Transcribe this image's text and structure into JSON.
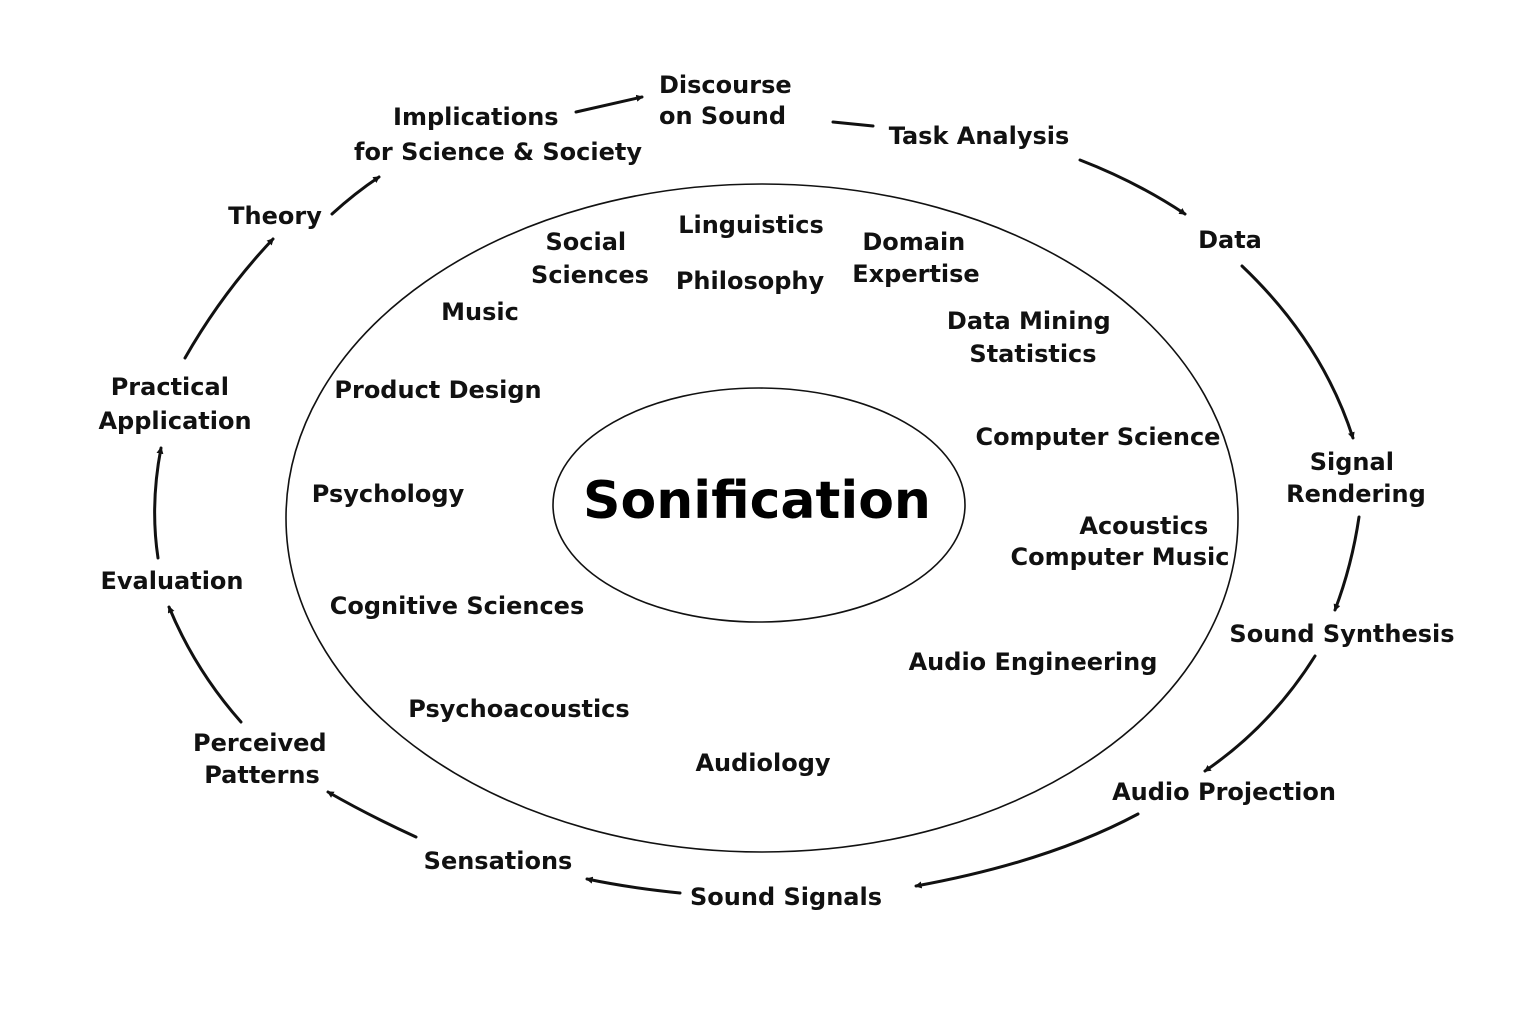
{
  "center": {
    "title": "Sonification"
  },
  "disciplines": {
    "linguistics": "Linguistics",
    "philosophy": "Philosophy",
    "social_sciences": [
      "Social",
      "Sciences"
    ],
    "domain_expertise": [
      "Domain",
      "Expertise"
    ],
    "music": "Music",
    "data_mining_statistics": [
      "Data Mining",
      "Statistics"
    ],
    "product_design": "Product Design",
    "computer_science": "Computer Science",
    "psychology": "Psychology",
    "acoustics_computer_music": [
      "Acoustics",
      "Computer Music"
    ],
    "cognitive_sciences": "Cognitive Sciences",
    "audio_engineering": "Audio Engineering",
    "psychoacoustics": "Psychoacoustics",
    "audiology": "Audiology"
  },
  "cycle": {
    "implications": [
      "Implications",
      "for Science & Society"
    ],
    "discourse": [
      "Discourse",
      "on Sound"
    ],
    "task_analysis": "Task Analysis",
    "data": "Data",
    "signal_rendering": [
      "Signal",
      "Rendering"
    ],
    "sound_synthesis": "Sound Synthesis",
    "audio_projection": "Audio Projection",
    "sound_signals": "Sound Signals",
    "sensations": "Sensations",
    "perceived_patterns": [
      "Perceived",
      "Patterns"
    ],
    "evaluation": "Evaluation",
    "practical_application": [
      "Practical",
      "Application"
    ],
    "theory": "Theory"
  }
}
